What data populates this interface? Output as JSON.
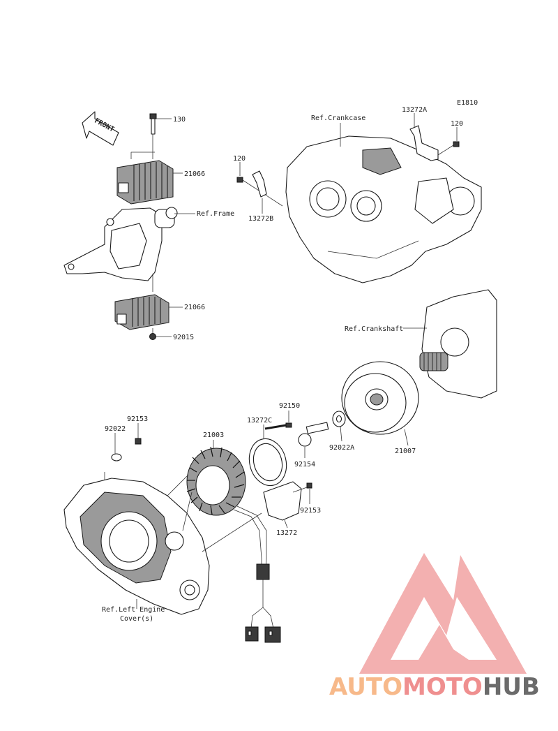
{
  "diagram_code": "E1810",
  "front_label": "FRONT",
  "labels": {
    "p130": "130",
    "p21066_top": "21066",
    "ref_frame": "Ref.Frame",
    "p21066_bottom": "21066",
    "p92015": "92015",
    "ref_crankcase": "Ref.Crankcase",
    "p13272A": "13272A",
    "p120_right": "120",
    "p120_left": "120",
    "p13272B": "13272B",
    "ref_crankshaft": "Ref.Crankshaft",
    "p92150": "92150",
    "p13272C": "13272C",
    "p21003": "21003",
    "p92153_top": "92153",
    "p92022": "92022",
    "p92154": "92154",
    "p92022A": "92022A",
    "p21007": "21007",
    "p92153_mid": "92153",
    "p13272": "13272",
    "ref_left_cover_1": "Ref.Left Engine",
    "ref_left_cover_2": "Cover(s)"
  },
  "watermark": {
    "part1": "AUTO",
    "part2": "MOTO",
    "part3": "HUB",
    "color_auto": "#f7b98a",
    "color_moto": "#ef8f8f",
    "color_hub": "#6b6b6b",
    "logo_color": "#f08c8c"
  }
}
